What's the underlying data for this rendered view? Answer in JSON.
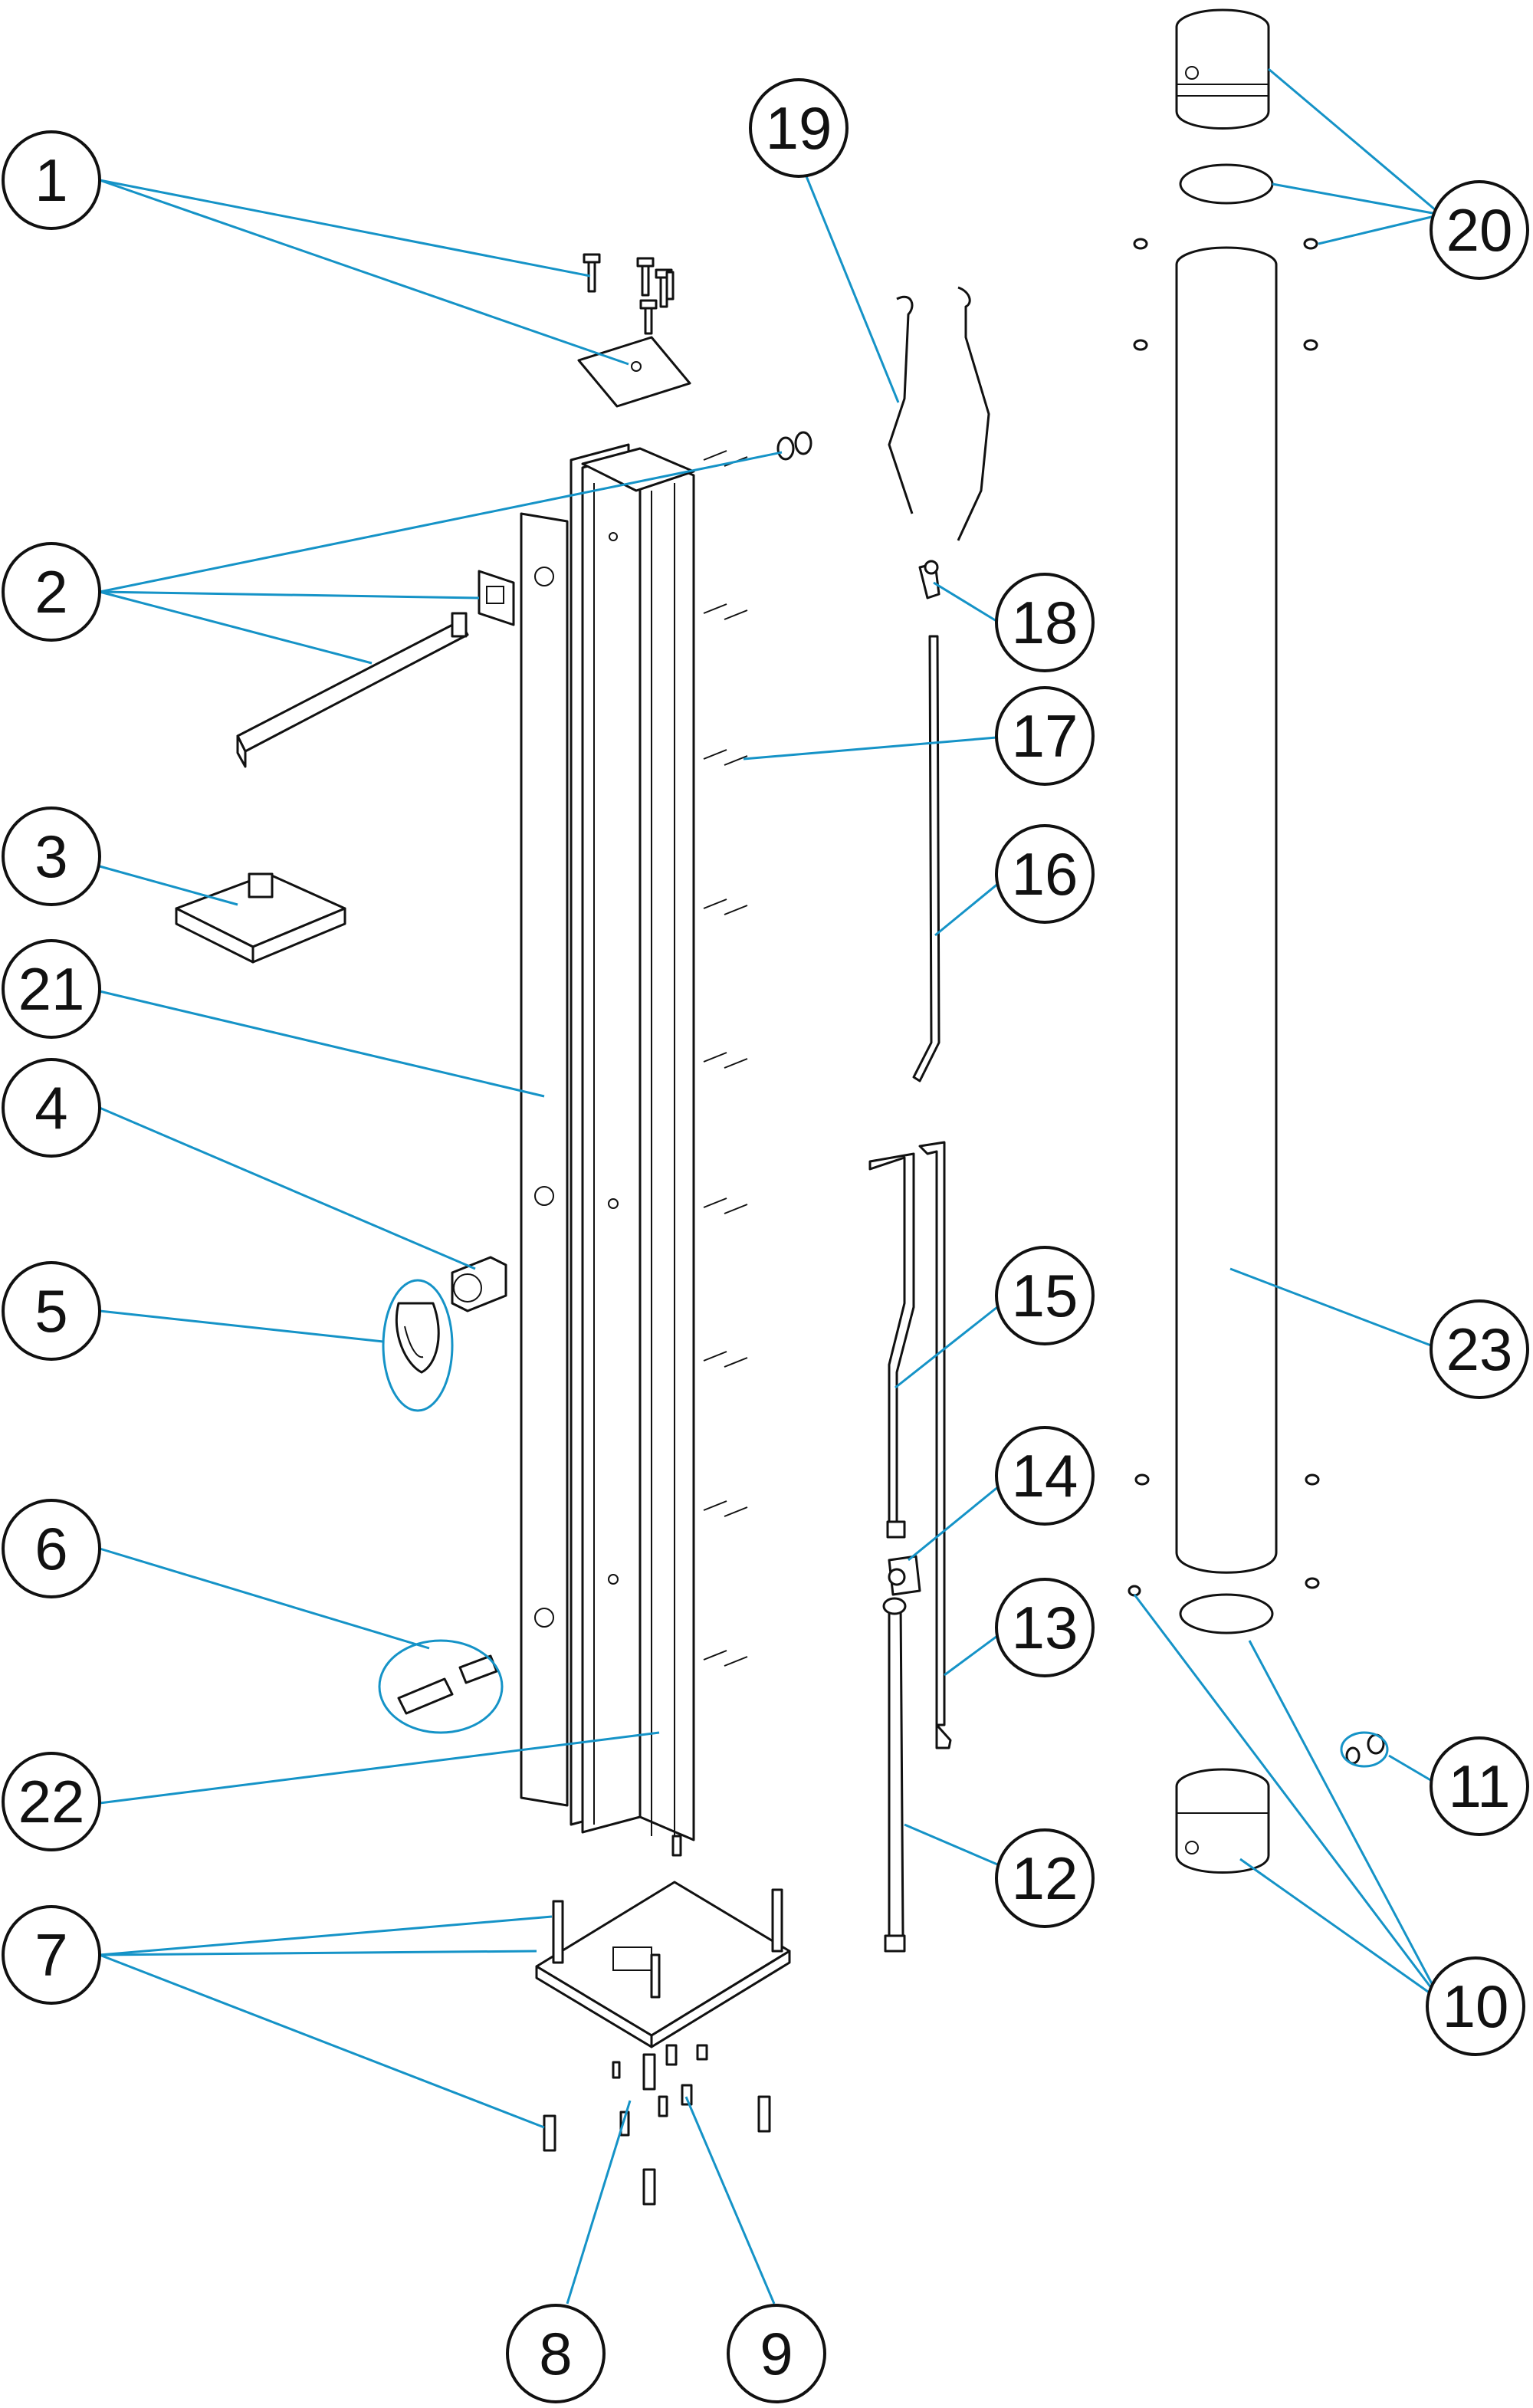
{
  "diagram": {
    "colors": {
      "leader": "#1593c7",
      "line": "#111111",
      "background": "#ffffff"
    },
    "callouts": [
      {
        "id": "1",
        "label": "1"
      },
      {
        "id": "2",
        "label": "2"
      },
      {
        "id": "3",
        "label": "3"
      },
      {
        "id": "4",
        "label": "4"
      },
      {
        "id": "5",
        "label": "5"
      },
      {
        "id": "6",
        "label": "6"
      },
      {
        "id": "7",
        "label": "7"
      },
      {
        "id": "8",
        "label": "8"
      },
      {
        "id": "9",
        "label": "9"
      },
      {
        "id": "10",
        "label": "10"
      },
      {
        "id": "11",
        "label": "11"
      },
      {
        "id": "12",
        "label": "12"
      },
      {
        "id": "13",
        "label": "13"
      },
      {
        "id": "14",
        "label": "14"
      },
      {
        "id": "15",
        "label": "15"
      },
      {
        "id": "16",
        "label": "16"
      },
      {
        "id": "17",
        "label": "17"
      },
      {
        "id": "18",
        "label": "18"
      },
      {
        "id": "19",
        "label": "19"
      },
      {
        "id": "20",
        "label": "20"
      },
      {
        "id": "21",
        "label": "21"
      },
      {
        "id": "22",
        "label": "22"
      },
      {
        "id": "23",
        "label": "23"
      }
    ]
  }
}
